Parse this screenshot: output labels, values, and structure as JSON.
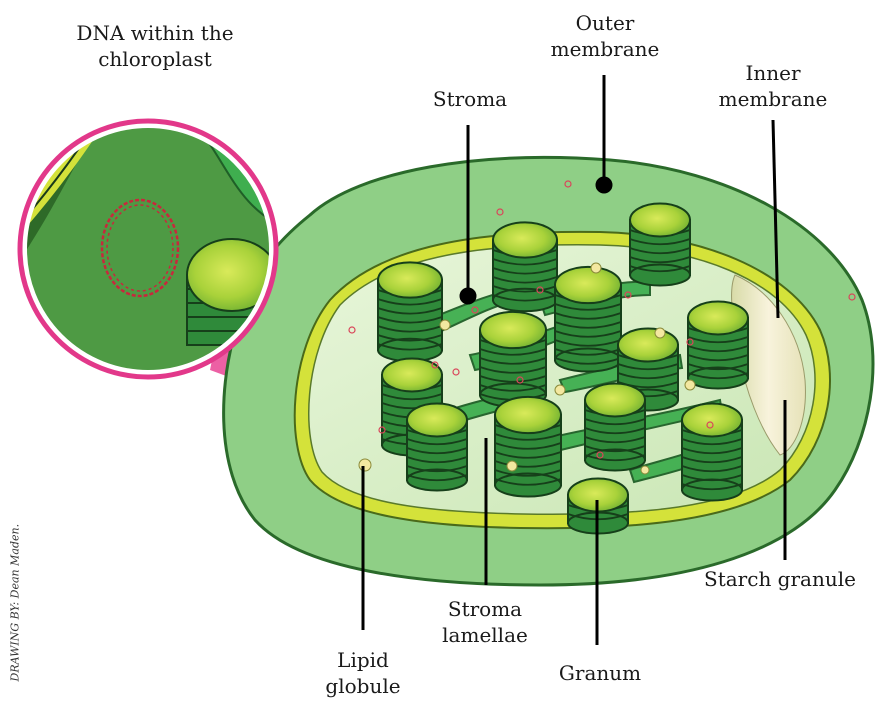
{
  "labels": {
    "dna": [
      "DNA within the",
      "chloroplast"
    ],
    "outer_membrane": [
      "Outer",
      "membrane"
    ],
    "inner_membrane": [
      "Inner",
      "membrane"
    ],
    "stroma": "Stroma",
    "starch_granule": "Starch granule",
    "stroma_lamellae": [
      "Stroma",
      "lamellae"
    ],
    "lipid_globule": [
      "Lipid",
      "globule"
    ],
    "granum": "Granum"
  },
  "credit": "DRAWING BY: Dean Maden.",
  "colors": {
    "outer": "#8fcf86",
    "outer_stroke": "#2a6a2a",
    "inner_ring": "#d4e23a",
    "stroma": "#d9efc6",
    "granum_side": "#2f8a3a",
    "granum_top": "#a9d23a",
    "lamella": "#3fae4f",
    "magnify": "#ea4f9a",
    "dna": "#c8283c",
    "starch": "#f2ecd0",
    "lipid": "#f3e8a0"
  }
}
